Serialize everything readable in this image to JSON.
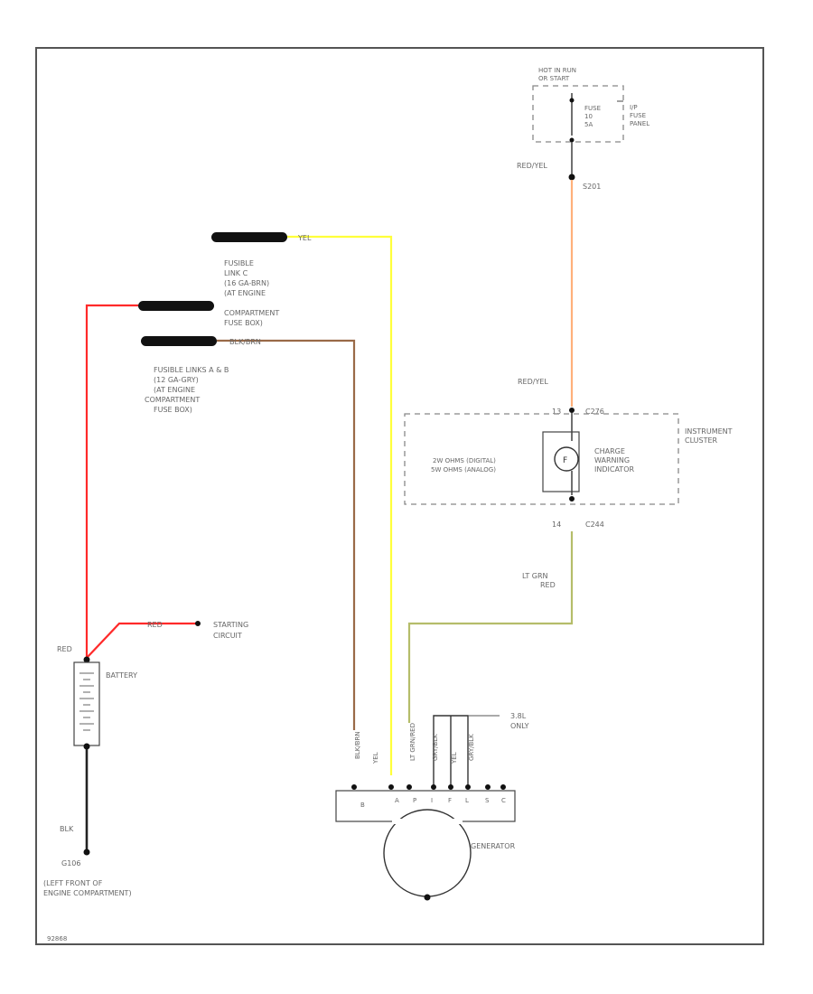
{
  "colors": {
    "red": "#ff2a2a",
    "yellow": "#ffff3a",
    "brown": "#9a6a48",
    "light_green": "#b5bd6a",
    "orange": "#ffb07a",
    "black": "#222222",
    "frame": "#555555"
  },
  "fuse_block": {
    "header": [
      "HOT IN RUN",
      "OR START"
    ],
    "fuse_label": [
      "FUSE",
      "10",
      "5A"
    ],
    "panel_label": [
      "I/P",
      "FUSE",
      "PANEL"
    ]
  },
  "fusible_links": {
    "link_c": [
      "FUSIBLE",
      "LINK C",
      "(16 GA-BRN)",
      "(AT ENGINE",
      "COMPARTMENT",
      "FUSE BOX)"
    ],
    "links_abe": [
      "FUSIBLE LINKS A & B",
      "(12 GA-GRY)",
      "(AT ENGINE",
      "COMPARTMENT",
      "FUSE BOX)"
    ]
  },
  "wire_labels": {
    "yel": "YEL",
    "blk_brn": "BLK/BRN",
    "red_yel_top": "RED/YEL",
    "red_yel_mid": "RED/YEL",
    "lt_grn_red": [
      "LT GRN",
      "RED"
    ],
    "red_battery": "RED",
    "red_starting": "RED",
    "blk_ground": "BLK"
  },
  "connectors": {
    "s201": "S201",
    "c276_pin": "13",
    "c276": "C276",
    "c244_pin": "14",
    "c244": "C244"
  },
  "cluster": {
    "label": [
      "INSTRUMENT",
      "CLUSTER"
    ],
    "indicator": [
      "CHARGE",
      "WARNING",
      "INDICATOR"
    ],
    "lamp_symbol": "F",
    "bulb_notes": [
      "2W OHMS (DIGITAL)",
      "5W OHMS (ANALOG)"
    ]
  },
  "starting_circuit": [
    "STARTING",
    "CIRCUIT"
  ],
  "battery_label": "BATTERY",
  "ground": {
    "id": "G106",
    "location": [
      "(LEFT FRONT OF",
      "ENGINE COMPARTMENT)"
    ]
  },
  "generator": {
    "label": "GENERATOR",
    "note": [
      "3.8L",
      "ONLY"
    ],
    "wire_tags": [
      "BLK/BRN",
      "YEL",
      "LT GRN/RED",
      "GRY/BLK",
      "YEL",
      "GRY/BLK"
    ],
    "terminal_letters": [
      "B",
      "A",
      "P",
      "I",
      "F",
      "L",
      "S",
      "C"
    ]
  },
  "footer_code": "92868"
}
